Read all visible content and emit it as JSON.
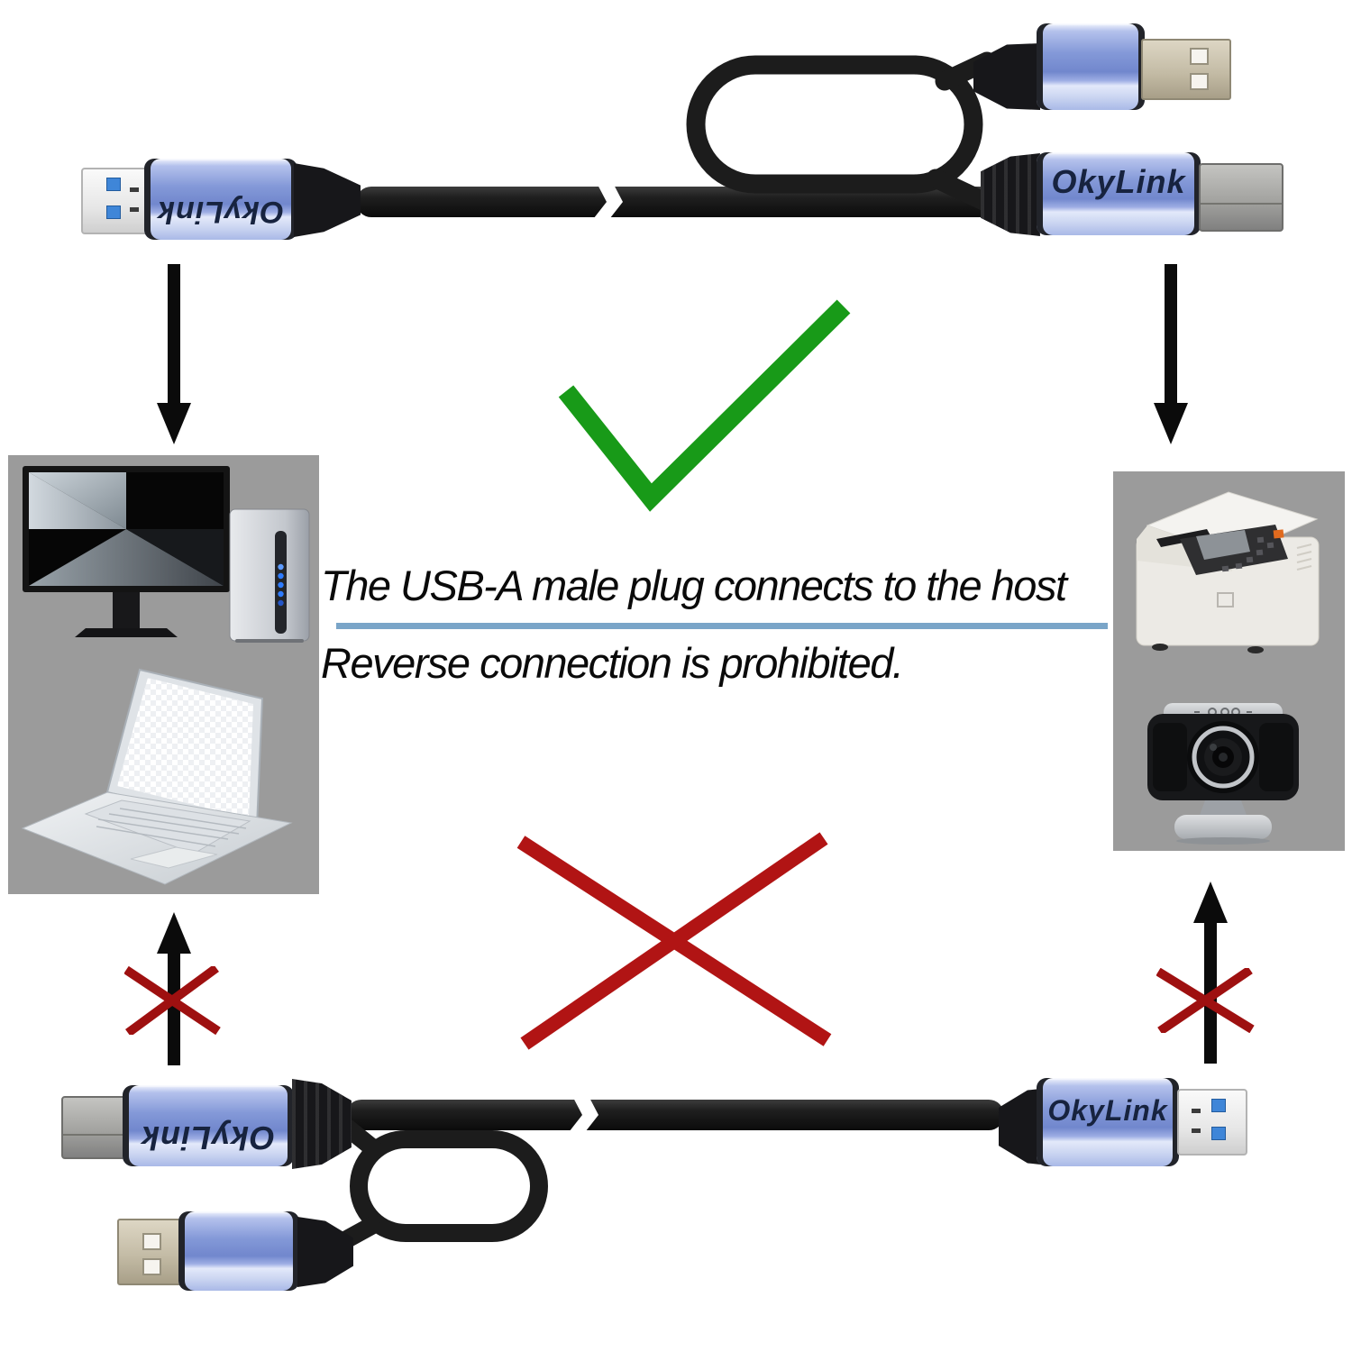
{
  "brand_label": "OkyLink",
  "caption": {
    "line1": "The USB-A male plug connects to the host",
    "line2": "Reverse connection is prohibited."
  },
  "connectors": {
    "top_left": {
      "type": "USB-A male plug",
      "label": "OkyLink"
    },
    "top_right_a": {
      "type": "USB-A male plug",
      "label": ""
    },
    "top_right_b": {
      "type": "USB-B male plug",
      "label": "OkyLink"
    },
    "bottom_left_b": {
      "type": "USB-B male plug",
      "label": "OkyLink"
    },
    "bottom_left_a": {
      "type": "USB-A male plug",
      "label": ""
    },
    "bottom_right_a": {
      "type": "USB-A male plug",
      "label": "OkyLink"
    }
  },
  "marks": {
    "correct": "green-checkmark",
    "wrong": "red-cross",
    "prohibited_left": "red-cross-over-up-arrow",
    "prohibited_right": "red-cross-over-up-arrow"
  },
  "devices": {
    "hosts": [
      "desktop-monitor",
      "desktop-tower",
      "laptop"
    ],
    "peripherals": [
      "printer",
      "projector-camera"
    ]
  },
  "colors": {
    "check_green": "#189a18",
    "cross_red": "#b11414",
    "prohibit_red": "#9e1010",
    "housing_blue": "#8096d4",
    "divider_blue": "#7aa5c8",
    "panel_gray": "#9b9b9b",
    "cable_black": "#1c1c1c"
  }
}
